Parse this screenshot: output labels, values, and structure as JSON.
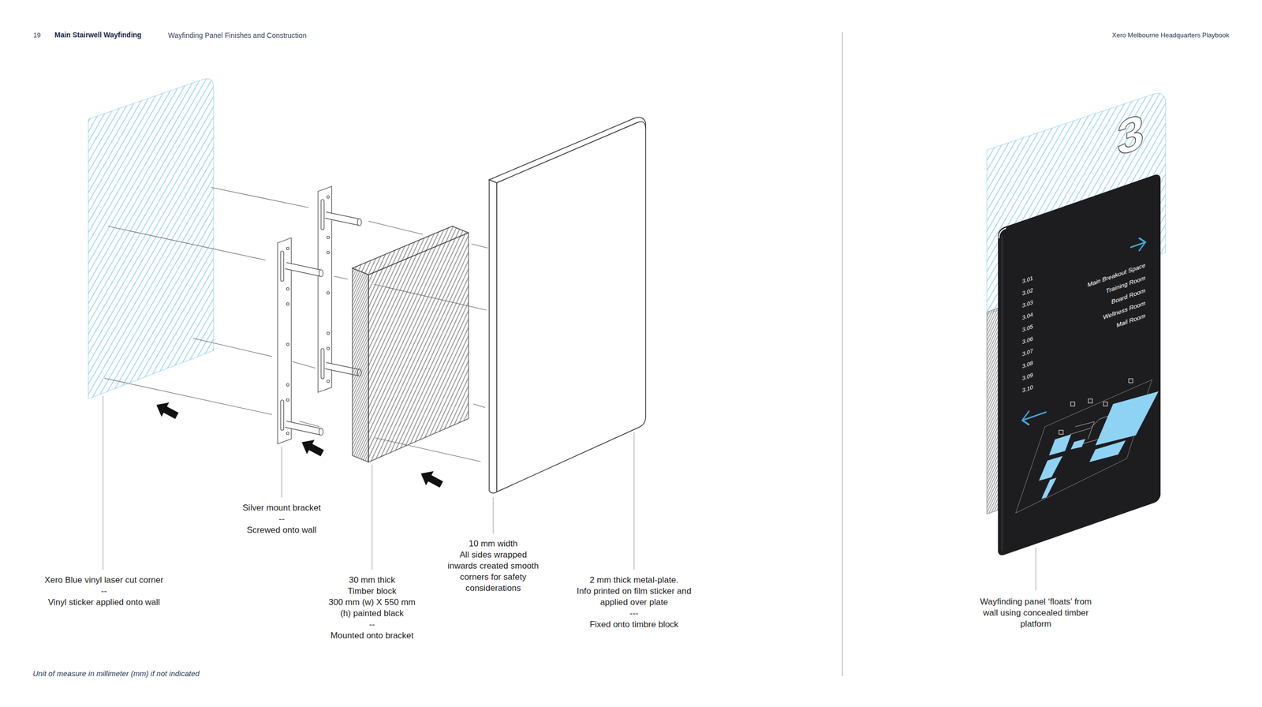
{
  "diagram": {
    "title": "Main Stairwell Wayfinding",
    "labels": [
      "19",
      "Wayfinding Panel Finishes and Construction",
      "Xero Melbourne Headquarters Playbook",
      "Xero Blue vinyl laser cut corner",
      "--",
      "Vinyl sticker applied onto wall",
      "Silver mount bracket",
      "--",
      "Screwed onto wall",
      "30 mm thick",
      "Timber block",
      "300 mm (w) X 550 mm (h) painted black",
      "--",
      "Mounted onto bracket",
      "10 mm width",
      "All sides wrapped inwards created smooth corners for safety considerations",
      "2 mm thick metal-plate.",
      "Info printed on film sticker and applied over plate",
      "---",
      "Fixed onto timbre block",
      "3",
      "3.01",
      "3.02",
      "3.03",
      "3.04",
      "3.05",
      "3.06",
      "3.07",
      "3.08",
      "3.09",
      "3.10",
      "Main Breakout Space",
      "Training Room",
      "Board Room",
      "Wellness Room",
      "Mail Room",
      "Wayfinding panel ‘floats’ from wall using concealed timber platform",
      "Unit of measure in millimeter (mm) if not indicated"
    ]
  }
}
